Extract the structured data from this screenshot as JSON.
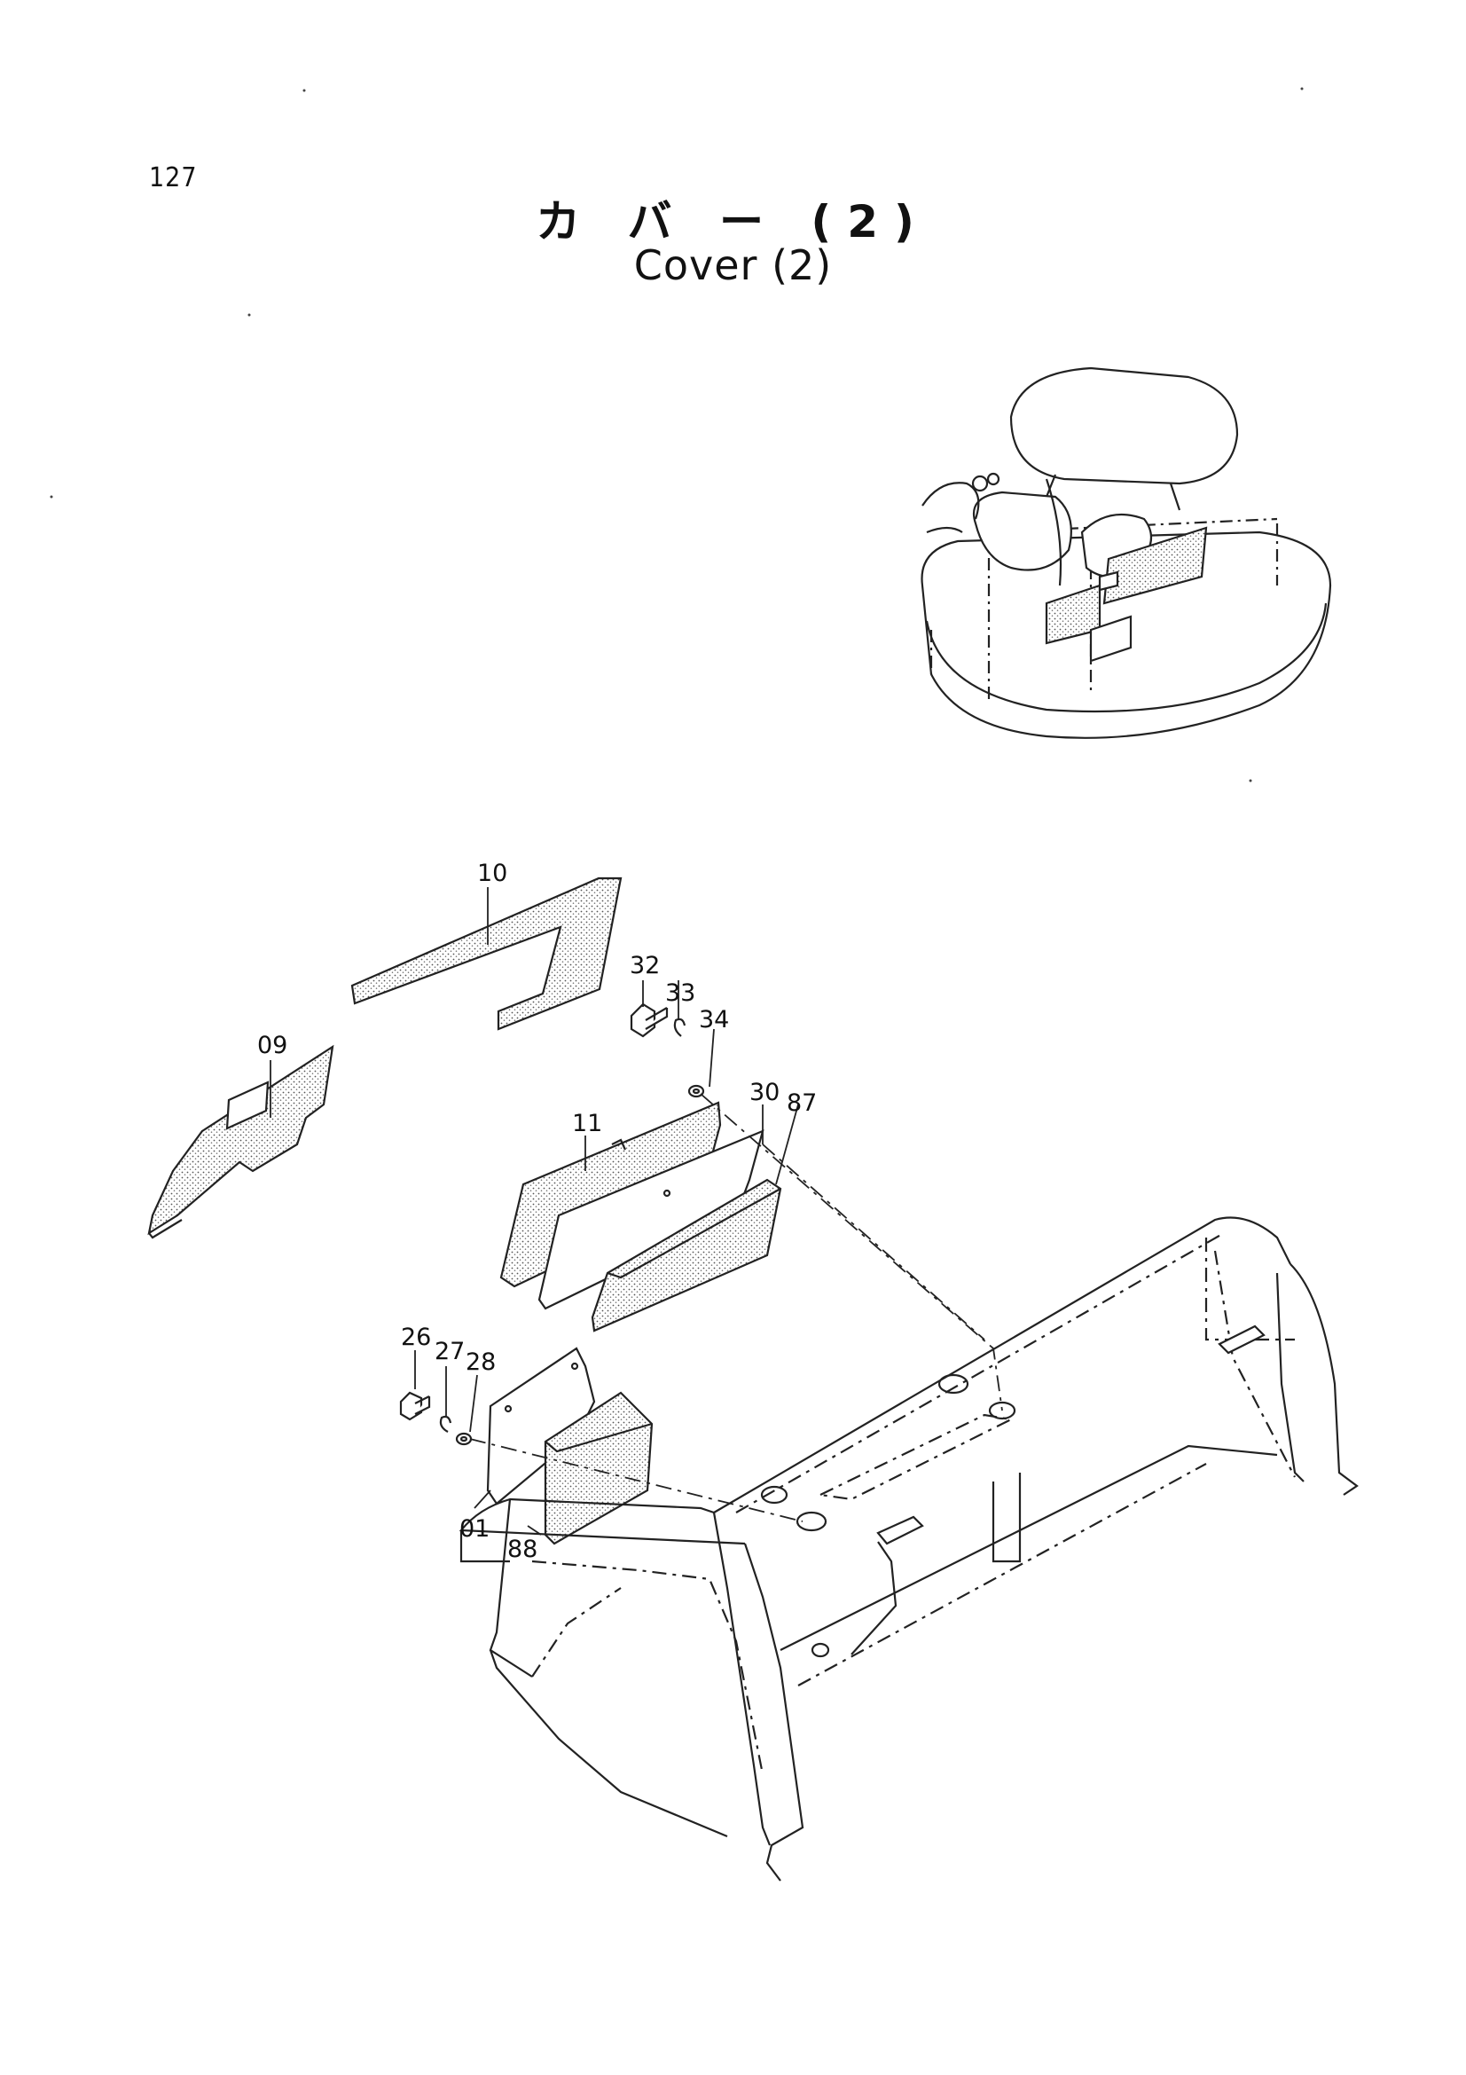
{
  "header": {
    "page_number": "127",
    "title_jp": "カ バ ー (2)",
    "title_en": "Cover (2)"
  },
  "callouts": [
    {
      "id": "10",
      "label": "10"
    },
    {
      "id": "09",
      "label": "09"
    },
    {
      "id": "32",
      "label": "32"
    },
    {
      "id": "33",
      "label": "33"
    },
    {
      "id": "34",
      "label": "34"
    },
    {
      "id": "11",
      "label": "11"
    },
    {
      "id": "30",
      "label": "30"
    },
    {
      "id": "87",
      "label": "87"
    },
    {
      "id": "26",
      "label": "26"
    },
    {
      "id": "27",
      "label": "27"
    },
    {
      "id": "28",
      "label": "28"
    },
    {
      "id": "01",
      "label": "01"
    },
    {
      "id": "88",
      "label": "88"
    }
  ]
}
